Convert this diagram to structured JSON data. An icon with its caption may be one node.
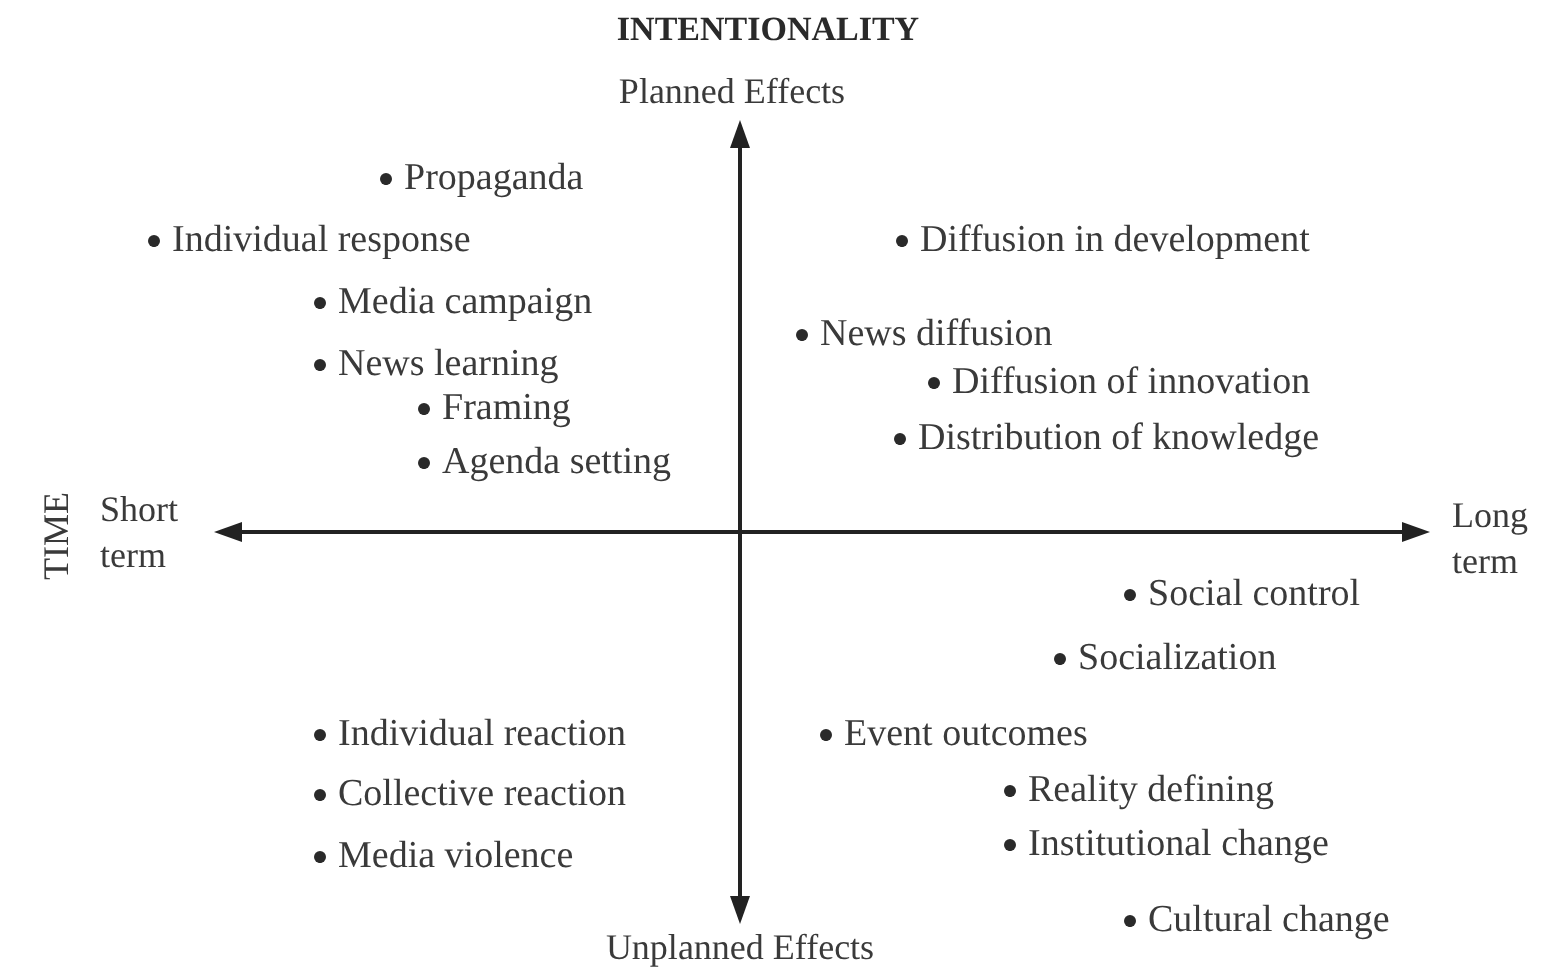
{
  "diagram": {
    "labels": [
      "INTENTIONALITY",
      "Planned Effects",
      "Propaganda",
      "Individual response",
      "Diffusion in development",
      "Media campaign",
      "News diffusion",
      "News learning",
      "Diffusion of innovation",
      "Framing",
      "Distribution of knowledge",
      "Agenda setting",
      "TIME",
      "Short term",
      "Long term",
      "Social control",
      "Socialization",
      "Individual reaction",
      "Event outcomes",
      "Collective reaction",
      "Reality defining",
      "Media violence",
      "Institutional change",
      "Cultural change",
      "Unplanned Effects"
    ]
  }
}
